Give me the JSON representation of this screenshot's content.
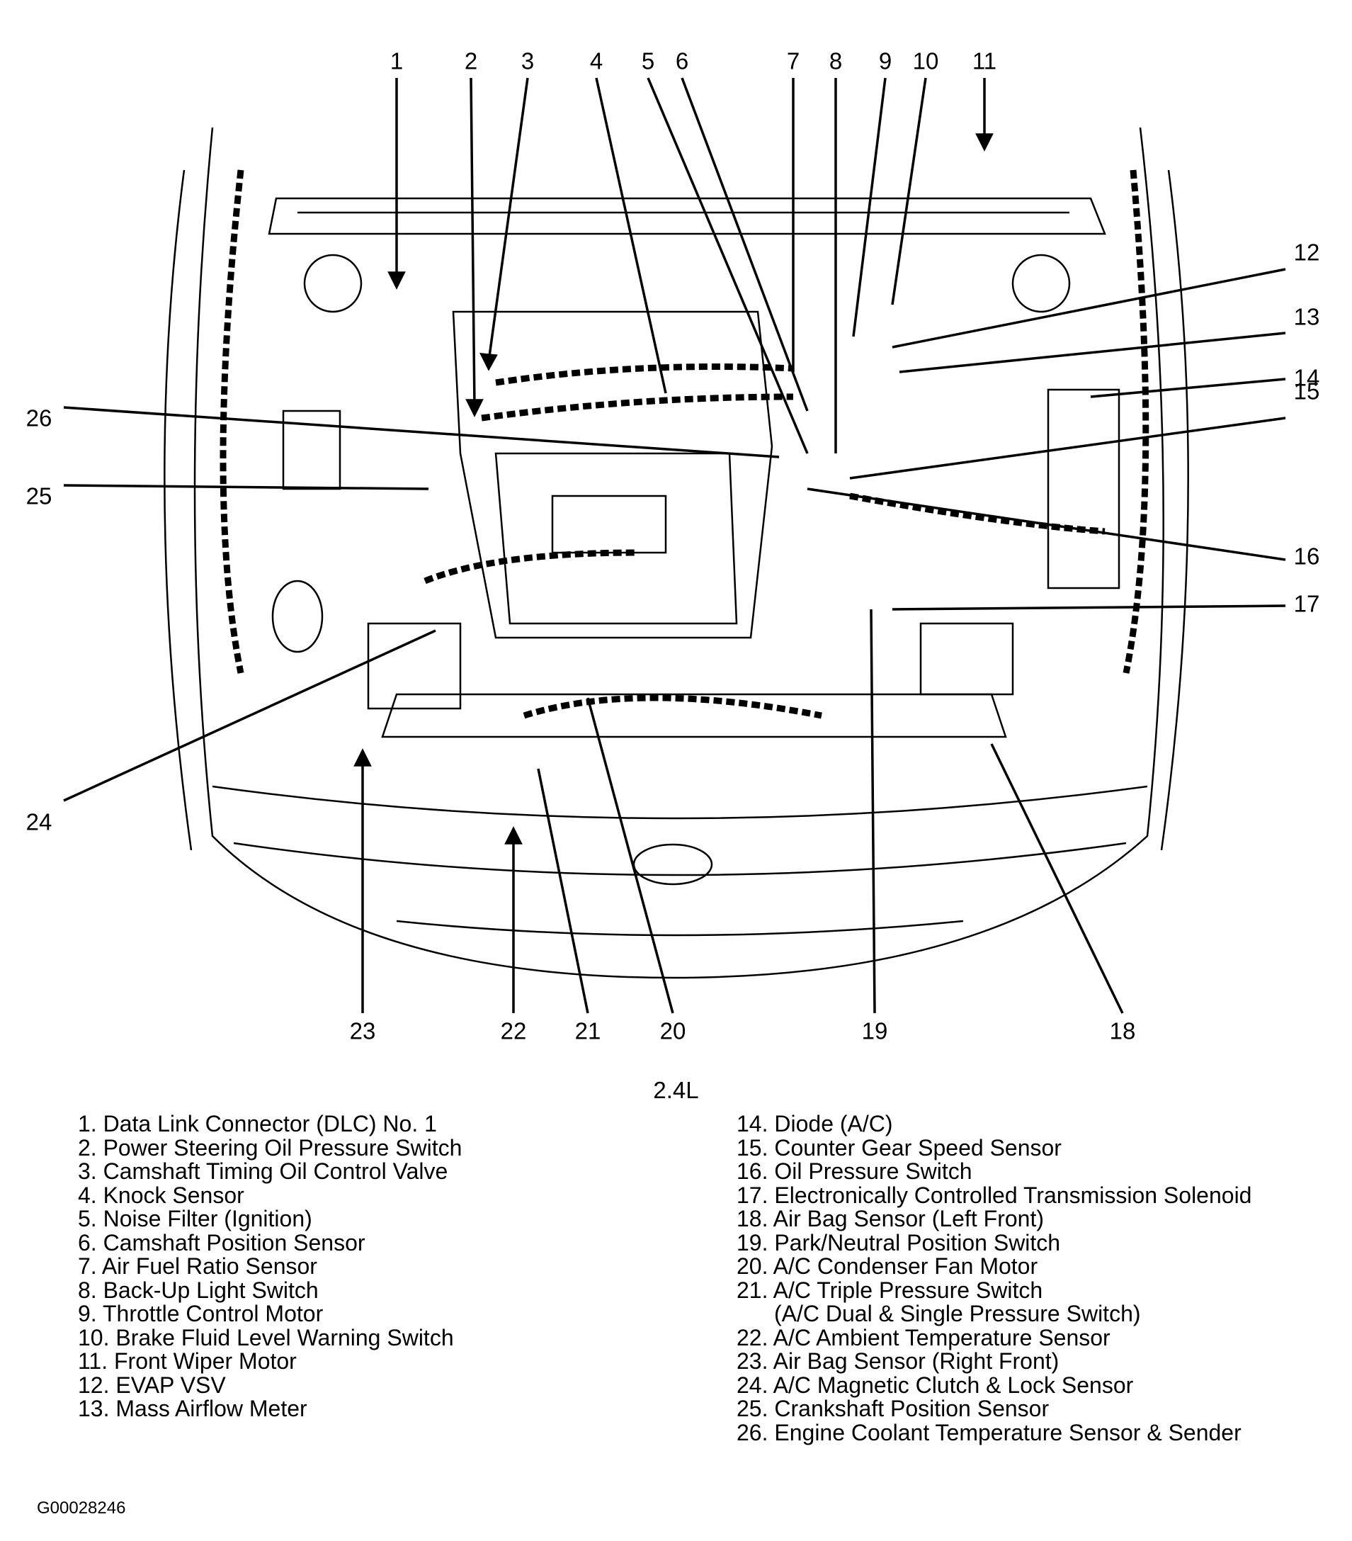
{
  "engine_label": "2.4L",
  "figure_id": "G00028246",
  "callout_numbers": [
    "1",
    "2",
    "3",
    "4",
    "5",
    "6",
    "7",
    "8",
    "9",
    "10",
    "11",
    "12",
    "13",
    "14",
    "15",
    "16",
    "17",
    "18",
    "19",
    "20",
    "21",
    "22",
    "23",
    "24",
    "25",
    "26"
  ],
  "legend_left": [
    "1. Data Link Connector (DLC) No. 1",
    "2. Power Steering Oil Pressure Switch",
    "3. Camshaft Timing Oil Control Valve",
    "4. Knock Sensor",
    "5. Noise Filter (Ignition)",
    "6. Camshaft Position Sensor",
    "7. Air Fuel Ratio Sensor",
    "8. Back-Up Light Switch",
    "9. Throttle Control Motor",
    "10. Brake Fluid Level Warning Switch",
    "11. Front Wiper Motor",
    "12. EVAP VSV",
    "13. Mass Airflow Meter"
  ],
  "legend_right": [
    "14. Diode (A/C)",
    "15. Counter Gear Speed Sensor",
    "16. Oil Pressure Switch",
    "17. Electronically Controlled Transmission Solenoid",
    "18. Air Bag Sensor (Left Front)",
    "19. Park/Neutral Position Switch",
    "20. A/C Condenser Fan Motor",
    "21. A/C Triple Pressure Switch",
    "(A/C Dual & Single Pressure Switch)",
    "22. A/C Ambient Temperature Sensor",
    "23. Air Bag Sensor (Right Front)",
    "24. A/C Magnetic Clutch & Lock Sensor",
    "25. Crankshaft Position Sensor",
    "26. Engine Coolant Temperature Sensor & Sender"
  ]
}
